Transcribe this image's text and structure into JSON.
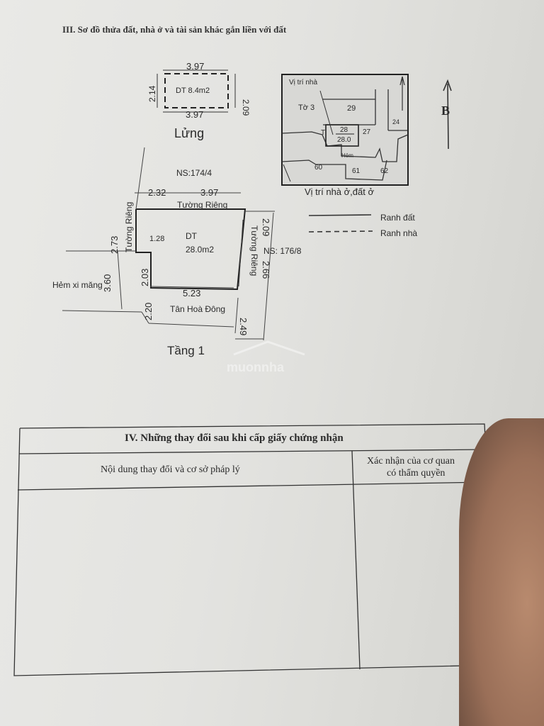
{
  "section3": {
    "heading": "III. Sơ đồ thửa đất, nhà ở và tài sản khác gắn liền với đất",
    "mezzanine": {
      "top_dim": "3.97",
      "bottom_dim": "3.97",
      "left_dim": "2.14",
      "right_dim": "2.09",
      "area_label": "DT 8.4m2",
      "caption": "Lửng"
    },
    "ground_floor": {
      "ns_top": "NS:174/4",
      "dim_top_left": "2.32",
      "dim_top": "3.97",
      "wall_top": "Tường Riêng",
      "dim_left_upper": "2.73",
      "wall_left": "Tường Riêng",
      "dim_inner": "1.28",
      "area_title": "DT",
      "area_value": "28.0m2",
      "dim_right_upper": "2.09",
      "wall_right": "Tường Riêng",
      "dim_right_lower": "2.66",
      "ns_right": "NS: 176/8",
      "dim_left_mid": "2.03",
      "dim_left_outer": "3.60",
      "alley_label": "Hẻm xi măng",
      "dim_bottom": "5.23",
      "dim_left_lower": "2.20",
      "street_label": "Tân Hoà Đông",
      "dim_right_bottom": "2.49",
      "caption": "Tầng 1"
    },
    "location_map": {
      "house_pos_label": "Vị trí nhà",
      "sheet_label": "Tờ 3",
      "parcels": [
        "29",
        "28",
        "28.0",
        "27",
        "24",
        "60",
        "61",
        "62"
      ],
      "lot_prefix": "T",
      "alley_label": "Hẻm",
      "caption": "Vị trí nhà ở,đất ở",
      "north_label": "B"
    },
    "legend": {
      "land_boundary": "Ranh đất",
      "house_boundary": "Ranh nhà"
    },
    "watermark": "muonnha"
  },
  "section4": {
    "heading": "IV. Những thay đổi sau khi cấp giấy chứng nhận",
    "col_content": "Nội dung thay đổi và cơ sở pháp lý",
    "col_confirm_line1": "Xác nhận của cơ quan",
    "col_confirm_line2": "có thẩm quyền"
  }
}
